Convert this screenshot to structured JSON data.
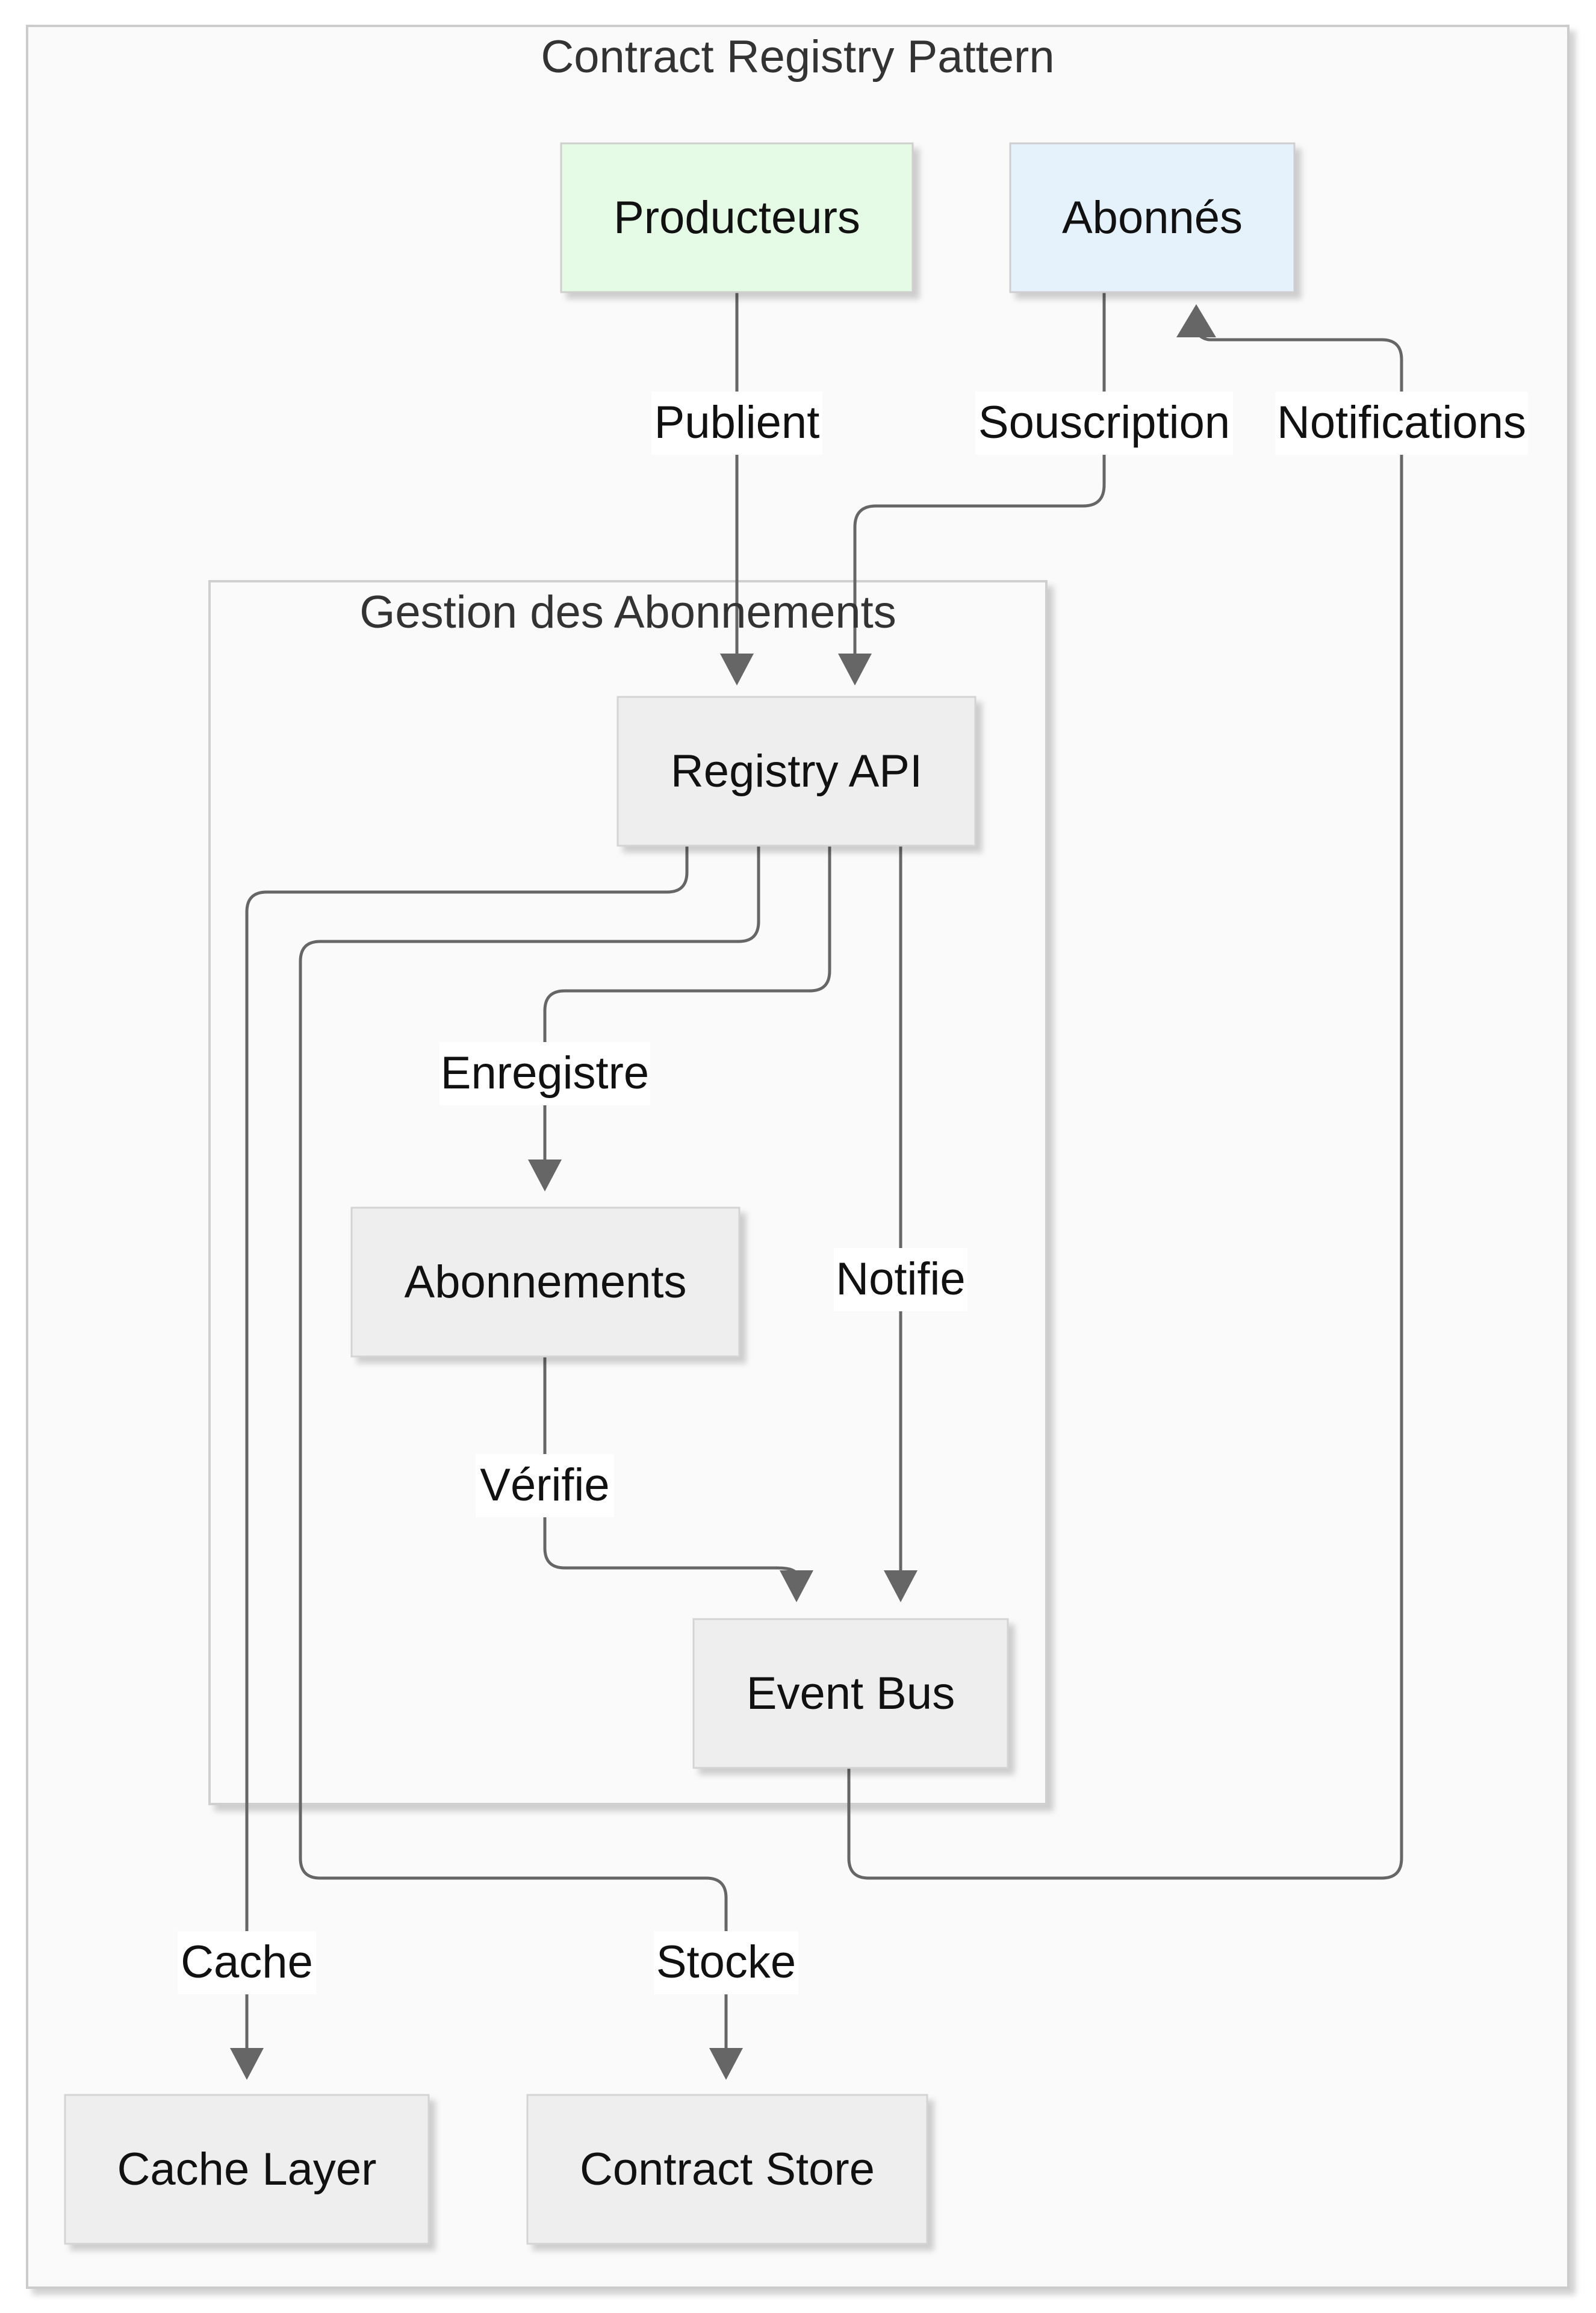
{
  "diagram": {
    "title": "Contract Registry Pattern",
    "subgraph_title": "Gestion des Abonnements",
    "nodes": {
      "producteurs": "Producteurs",
      "abonnes": "Abonnés",
      "registry_api": "Registry API",
      "abonnements": "Abonnements",
      "event_bus": "Event Bus",
      "cache_layer": "Cache Layer",
      "contract_store": "Contract Store"
    },
    "edges": {
      "publient": "Publient",
      "souscription": "Souscription",
      "notifications": "Notifications",
      "enregistre": "Enregistre",
      "notifie": "Notifie",
      "verifie": "Vérifie",
      "cache": "Cache",
      "stocke": "Stocke"
    }
  },
  "colors": {
    "producteurs_fill": "#e5fbe5",
    "abonnes_fill": "#e5f1fb",
    "node_fill": "#eeeeee",
    "cluster_fill": "#fafafa",
    "edge": "#666666"
  }
}
